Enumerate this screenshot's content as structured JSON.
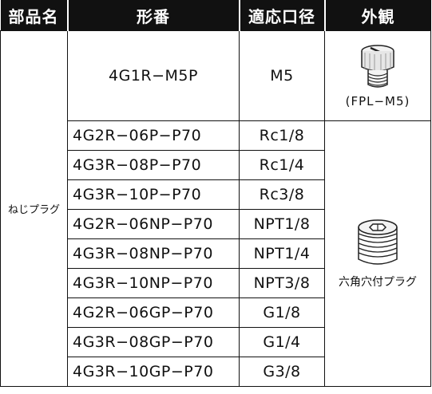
{
  "headers": [
    "部品名",
    "形番",
    "適応口径",
    "外観"
  ],
  "part_name": "ねじプラグ",
  "first_row": {
    "model": "4G1R−M5P",
    "bore": "M5",
    "appearance_label": "(FPL−M5)"
  },
  "rows": [
    {
      "model": "4G2R−06P−P70",
      "bore": "Rc1/8"
    },
    {
      "model": "4G3R−08P−P70",
      "bore": "Rc1/4"
    },
    {
      "model": "4G3R−10P−P70",
      "bore": "Rc3/8"
    },
    {
      "model": "4G2R−06NP−P70",
      "bore": "NPT1/8"
    },
    {
      "model": "4G3R−08NP−P70",
      "bore": "NPT1/4"
    },
    {
      "model": "4G3R−10NP−P70",
      "bore": "NPT3/8"
    },
    {
      "model": "4G2R−06GP−P70",
      "bore": "G1/8"
    },
    {
      "model": "4G3R−08GP−P70",
      "bore": "G1/4"
    },
    {
      "model": "4G3R−10GP−P70",
      "bore": "G3/8"
    }
  ],
  "hex_plug_label": "六角穴付プラグ",
  "icons": {
    "slotted_plug": "slotted-plug-icon",
    "hex_socket_plug": "hex-socket-plug-icon"
  }
}
